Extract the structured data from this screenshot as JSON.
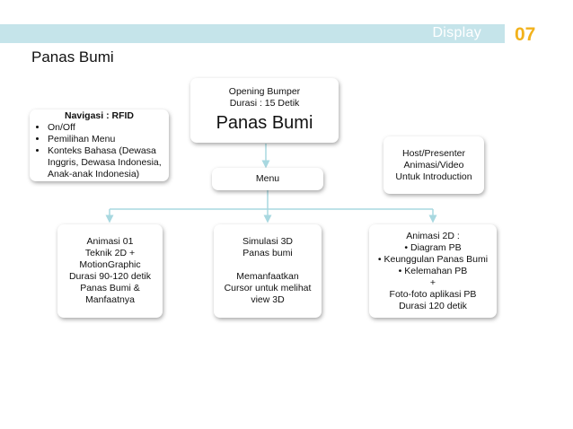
{
  "header": {
    "section_label": "Display",
    "page_number": "07"
  },
  "title": "Panas Bumi",
  "navigasi": {
    "title": "Navigasi : RFID",
    "items": [
      "On/Off",
      "Pemilihan Menu",
      "Konteks Bahasa (Dewasa Inggris, Dewasa Indonesia, Anak-anak Indonesia)"
    ]
  },
  "opening": {
    "line1": "Opening Bumper",
    "line2": "Durasi : 15 Detik",
    "main": "Panas Bumi"
  },
  "menu": "Menu",
  "host": {
    "line1": "Host/Presenter",
    "line2": "Animasi/Video",
    "line3": "Untuk Introduction"
  },
  "animasi01": {
    "line1": "Animasi 01",
    "line2": "Teknik 2D +",
    "line3": "MotionGraphic",
    "line4": "Durasi 90-120 detik",
    "line5": "Panas Bumi &",
    "line6": "Manfaatnya"
  },
  "simulasi": {
    "line1": "Simulasi 3D",
    "line2": "Panas bumi",
    "line3": "Memanfaatkan",
    "line4": "Cursor untuk melihat",
    "line5": "view 3D"
  },
  "animasi2d": {
    "title": "Animasi 2D :",
    "items": [
      "Diagram PB",
      "Keunggulan Panas Bumi",
      "Kelemahan PB"
    ],
    "plus": "+",
    "line_foto": "Foto-foto aplikasi PB",
    "line_durasi": "Durasi 120 detik"
  },
  "colors": {
    "accent_bar": "#c5e4ea",
    "page_number": "#f2b21c",
    "connector": "#a8d8e0"
  }
}
